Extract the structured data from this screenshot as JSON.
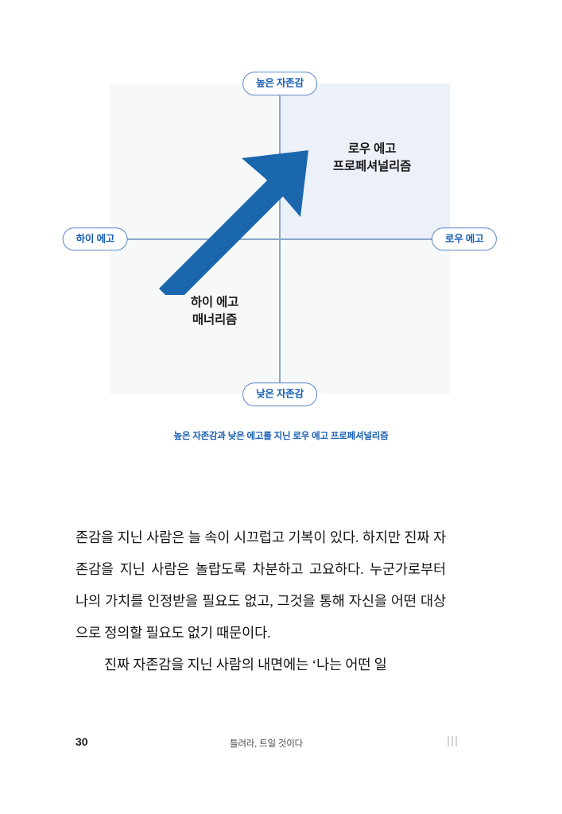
{
  "figure": {
    "caption": "높은 자존감과 낮은 에고를 지닌 로우 에고 프로페셔널리즘",
    "axis_pills": {
      "top": "높은 자존감",
      "bottom": "낮은 자존감",
      "left": "하이 에고",
      "right": "로우 에고"
    },
    "quadrant_labels": {
      "top_right_line1": "로우 에고",
      "top_right_line2": "프로페셔널리즘",
      "bottom_left_line1": "하이 에고",
      "bottom_left_line2": "매너리즘"
    },
    "arrow": {
      "name": "growth-arrow",
      "direction": "up-right",
      "color": "#1a67ad"
    },
    "colors": {
      "pill_border": "#5b87c9",
      "pill_text": "#1a5fb4",
      "axis_line": "#8ba7cd",
      "quadrant_plain": "#f6f9f8",
      "quadrant_highlight": "#ecf0f9",
      "caption_text": "#1a5fb4"
    }
  },
  "body": {
    "paragraph_continued": "존감을 지닌 사람은 늘 속이 시끄럽고 기복이 있다. 하지만 진짜 자존감을 지닌 사람은 놀랍도록 차분하고 고요하다. 누군가로부터 나의 가치를 인정받을 필요도 없고, 그것을 통해 자신을 어떤 대상으로 정의할 필요도 없기 때문이다.",
    "paragraph_new": "진짜 자존감을 지닌 사람의 내면에는 ‘나는 어떤 일"
  },
  "footer": {
    "page_number": "30",
    "running_title": "틀려라, 트일 것이다",
    "chapter_mark": "|||"
  }
}
